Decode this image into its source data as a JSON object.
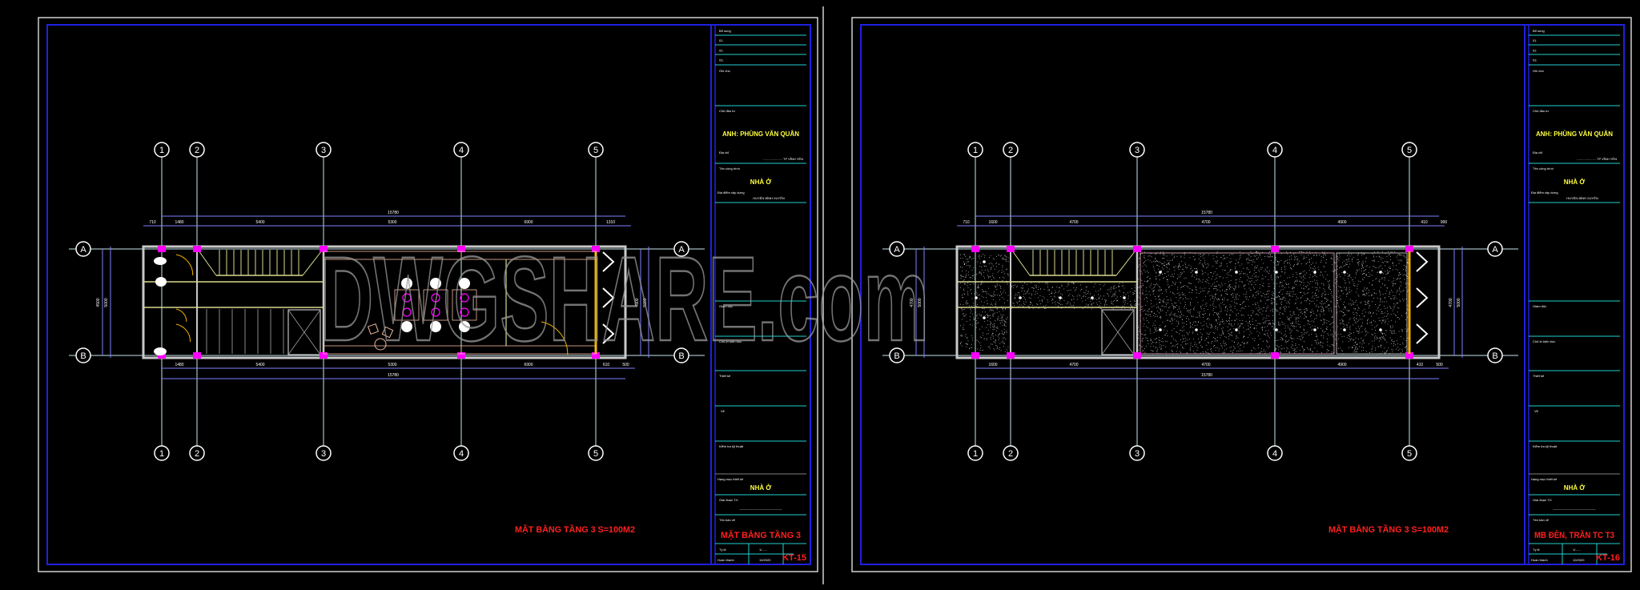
{
  "watermark": "DWGSHARE.com",
  "colors": {
    "background": "#000000",
    "sheet_border": "#d0d0d0",
    "inner_border": "#2020e0",
    "title_lines": "#20d0d0",
    "grid_lines": "#c8e8f0",
    "dim_lines": "#8080ff",
    "walls": "#c8c8c8",
    "columns": "#ff00ff",
    "stairs": "#d8d890",
    "doors": "#f0b000",
    "furniture": "#f0b8a0",
    "red_text": "#ff2020",
    "yellow_text": "#ffff40"
  },
  "axes": {
    "columns": [
      "1",
      "2",
      "3",
      "4",
      "5"
    ],
    "rows": [
      "A",
      "B"
    ]
  },
  "sheets": [
    {
      "variant": "floor-plan",
      "plan_title": "MẶT BẰNG TẦNG 3 S=100M2",
      "dims_top_total": "15780",
      "dims_top": [
        "710",
        "1480",
        "5400",
        "5300",
        "6900",
        "1310"
      ],
      "dims_bottom_total": "15780",
      "dims_bottom": [
        "1480",
        "5400",
        "5300",
        "6900",
        "610",
        "500"
      ],
      "dims_side": [
        "4500",
        "5000"
      ],
      "title_block": {
        "revision_label": "Bổ sung",
        "revisions": [
          "01.",
          "02.",
          "03."
        ],
        "notes_label": "Ghi chú",
        "owner_label": "Chủ đầu tư",
        "owner": "ANH: PHÙNG VĂN QUÂN",
        "address_label": "Địa chỉ",
        "address": "...................... TP VĨNH YÊN",
        "project_label": "Tên công trình",
        "project": "NHÀ Ở",
        "site_label": "Địa điểm xây dựng",
        "site": "HUYỆN BÌNH XUYÊN",
        "director_label": "Giám đốc",
        "chief_architect_label": "Chủ trì kiến trúc",
        "designer_label": "Thiết kế",
        "drafter_label": "Vẽ",
        "checker_label": "Kiểm tra kỹ thuật",
        "category_label": "Hạng mục thiết kế",
        "category": "NHÀ Ở",
        "phase_label": "Giai đoạn T.K",
        "phase": "----------------------------------------",
        "drawing_name_label": "Tên bản vẽ",
        "drawing_name": "MẶT BẰNG TẦNG 3",
        "scale_label": "Tỷ lệ",
        "scale": "1/......",
        "date_label": "Hoàn thành",
        "date": "10/2020",
        "sheet_number": "KT-15"
      }
    },
    {
      "variant": "ceiling-plan",
      "plan_title": "MẶT BẰNG TẦNG 3 S=100M2",
      "dims_top_total": "15780",
      "dims_top": [
        "710",
        "1600",
        "4700",
        "4700",
        "4900",
        "410",
        "900"
      ],
      "dims_bottom_total": "15780",
      "dims_bottom": [
        "1600",
        "4700",
        "4700",
        "4900",
        "410",
        "500"
      ],
      "dims_side": [
        "4700",
        "5000"
      ],
      "title_block": {
        "revision_label": "Bổ sung",
        "revisions": [
          "01.",
          "02.",
          "03."
        ],
        "notes_label": "Ghi chú",
        "owner_label": "Chủ đầu tư",
        "owner": "ANH: PHÙNG VĂN QUÂN",
        "address_label": "Địa chỉ",
        "address": "...................... TP VĨNH YÊN",
        "project_label": "Tên công trình",
        "project": "NHÀ Ở",
        "site_label": "Địa điểm xây dựng",
        "site": "HUYỆN BÌNH XUYÊN",
        "director_label": "Giám đốc",
        "chief_architect_label": "Chủ trì kiến trúc",
        "designer_label": "Thiết kế",
        "drafter_label": "Vẽ",
        "checker_label": "Kiểm tra kỹ thuật",
        "category_label": "Hạng mục thiết kế",
        "category": "NHÀ Ở",
        "phase_label": "Giai đoạn T.K",
        "phase": "----------------------------------------",
        "drawing_name_label": "Tên bản vẽ",
        "drawing_name": "MB ĐÈN, TRẦN TC T3",
        "scale_label": "Tỷ lệ",
        "scale": "1/......",
        "date_label": "Hoàn thành",
        "date": "10/2020",
        "sheet_number": "KT-16"
      }
    }
  ]
}
